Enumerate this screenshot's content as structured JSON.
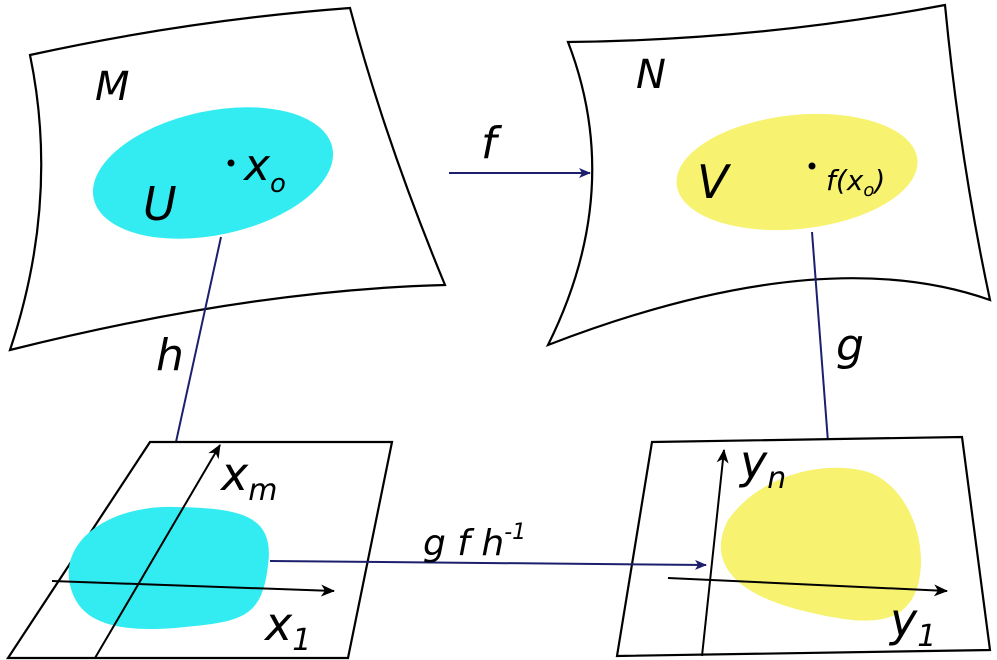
{
  "colors": {
    "cyan": "#33ecf1",
    "yellow": "#f7f270",
    "arrow": "#1c1f6e",
    "outline": "#000000"
  },
  "left_manifold": {
    "label": "M",
    "region_label": "U",
    "point_label": "x",
    "point_subscript": "o"
  },
  "right_manifold": {
    "label": "N",
    "region_label": "V",
    "point_label": "f(x",
    "point_subscript": "o",
    "point_close": ")"
  },
  "maps": {
    "f": "f",
    "h": "h",
    "g": "g",
    "composite_base": "g f h",
    "composite_sup": "-1"
  },
  "left_chart": {
    "vertical_axis": "x",
    "vertical_axis_sub": "m",
    "horizontal_axis": "x",
    "horizontal_axis_sub": "1"
  },
  "right_chart": {
    "vertical_axis": "y",
    "vertical_axis_sub": "n",
    "horizontal_axis": "y",
    "horizontal_axis_sub": "1"
  }
}
